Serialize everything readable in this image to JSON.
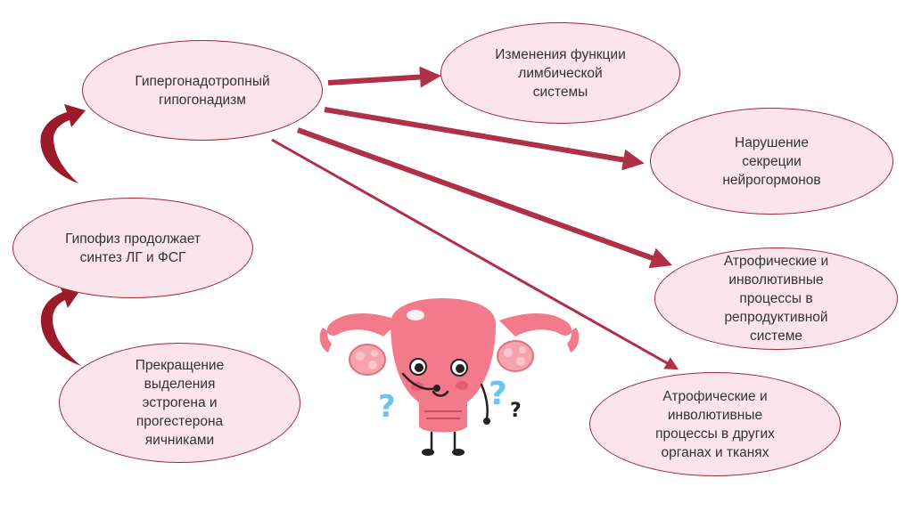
{
  "nodes": {
    "hypergonadotropic": "Гипергонадотропный\nгипогонадизм",
    "limbic": "Изменения функции\nлимбической\nсистемы",
    "neurohormones": "Нарушение\nсекреции\nнейрогормонов",
    "atrophic_reproductive": "Атрофические и\nинволютивные\nпроцессы в\nрепродуктивной\nсистеме",
    "atrophic_other": "Атрофические и\nинволютивные\nпроцессы в других\nорганах и тканях",
    "pituitary": "Гипофиз продолжает\nсинтез ЛГ и ФСГ",
    "cessation": "Прекращение\nвыделения\nэстрогена и\nпрогестерона\nяичниками"
  },
  "edges": [
    {
      "from": "hypergonadotropic",
      "to": "limbic"
    },
    {
      "from": "hypergonadotropic",
      "to": "neurohormones"
    },
    {
      "from": "hypergonadotropic",
      "to": "atrophic_reproductive"
    },
    {
      "from": "hypergonadotropic",
      "to": "atrophic_other"
    },
    {
      "from": "cessation",
      "to": "pituitary"
    },
    {
      "from": "pituitary",
      "to": "hypergonadotropic"
    }
  ],
  "illustration": {
    "icon": "uterus-character-icon",
    "question_marks": [
      "?",
      "?",
      "?"
    ]
  },
  "colors": {
    "node_fill": "#fce4ec",
    "node_border": "#a0283c",
    "arrow": "#b03048",
    "curved_arrow": "#9c1b2a",
    "uterus": "#f27a8a"
  }
}
